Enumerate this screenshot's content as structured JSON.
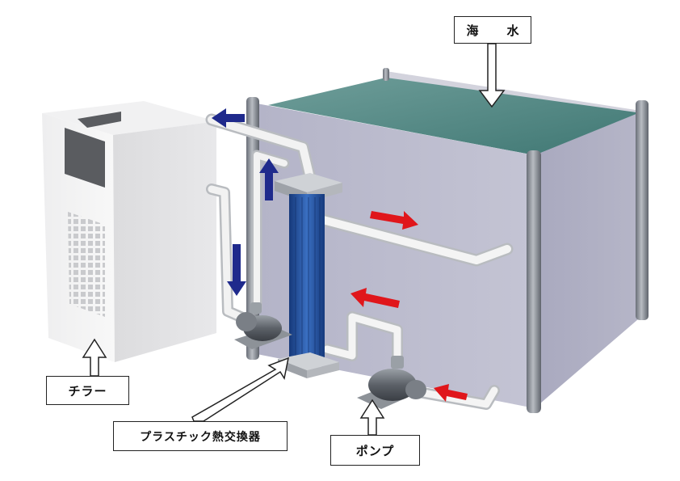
{
  "labels": {
    "seawater": "海　水",
    "chiller": "チラー",
    "heat_exchanger": "プラスチック熱交換器",
    "pump": "ポンプ"
  },
  "colors": {
    "flow_cold": "#1f2a8c",
    "flow_warm": "#e0161b",
    "heat_exchanger": "#1f4f9c",
    "water": "#4f8a86",
    "tank_wall": "#b9b9cc"
  },
  "flow_arrows": [
    {
      "kind": "cold",
      "direction": "left"
    },
    {
      "kind": "cold",
      "direction": "up"
    },
    {
      "kind": "cold",
      "direction": "down"
    },
    {
      "kind": "warm",
      "direction": "right"
    },
    {
      "kind": "warm",
      "direction": "left"
    },
    {
      "kind": "warm",
      "direction": "left"
    }
  ]
}
